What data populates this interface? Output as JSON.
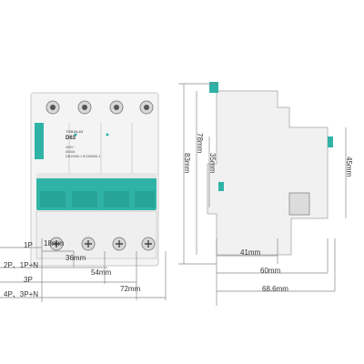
{
  "brand": "TENGEN",
  "model": "TGB1N-63",
  "rating": "D63",
  "spec_lines": [
    "400V~",
    "6000A",
    "GB10963.1 IEC60898-1"
  ],
  "width_dims": [
    {
      "label": "1P",
      "value": "18mm"
    },
    {
      "label": "2P、1P+N",
      "value": "36mm"
    },
    {
      "label": "3P",
      "value": "54mm"
    },
    {
      "label": "4P、3P+N",
      "value": "72mm"
    }
  ],
  "side_dims": {
    "height_total": "83mm",
    "height_body": "78mm",
    "height_rail": "35mm",
    "height_front": "45mm",
    "depth_1": "41mm",
    "depth_2": "60mm",
    "depth_3": "68.6mm"
  },
  "colors": {
    "accent": "#2fb3a6",
    "body": "#f3f3f3",
    "line": "#888888"
  }
}
